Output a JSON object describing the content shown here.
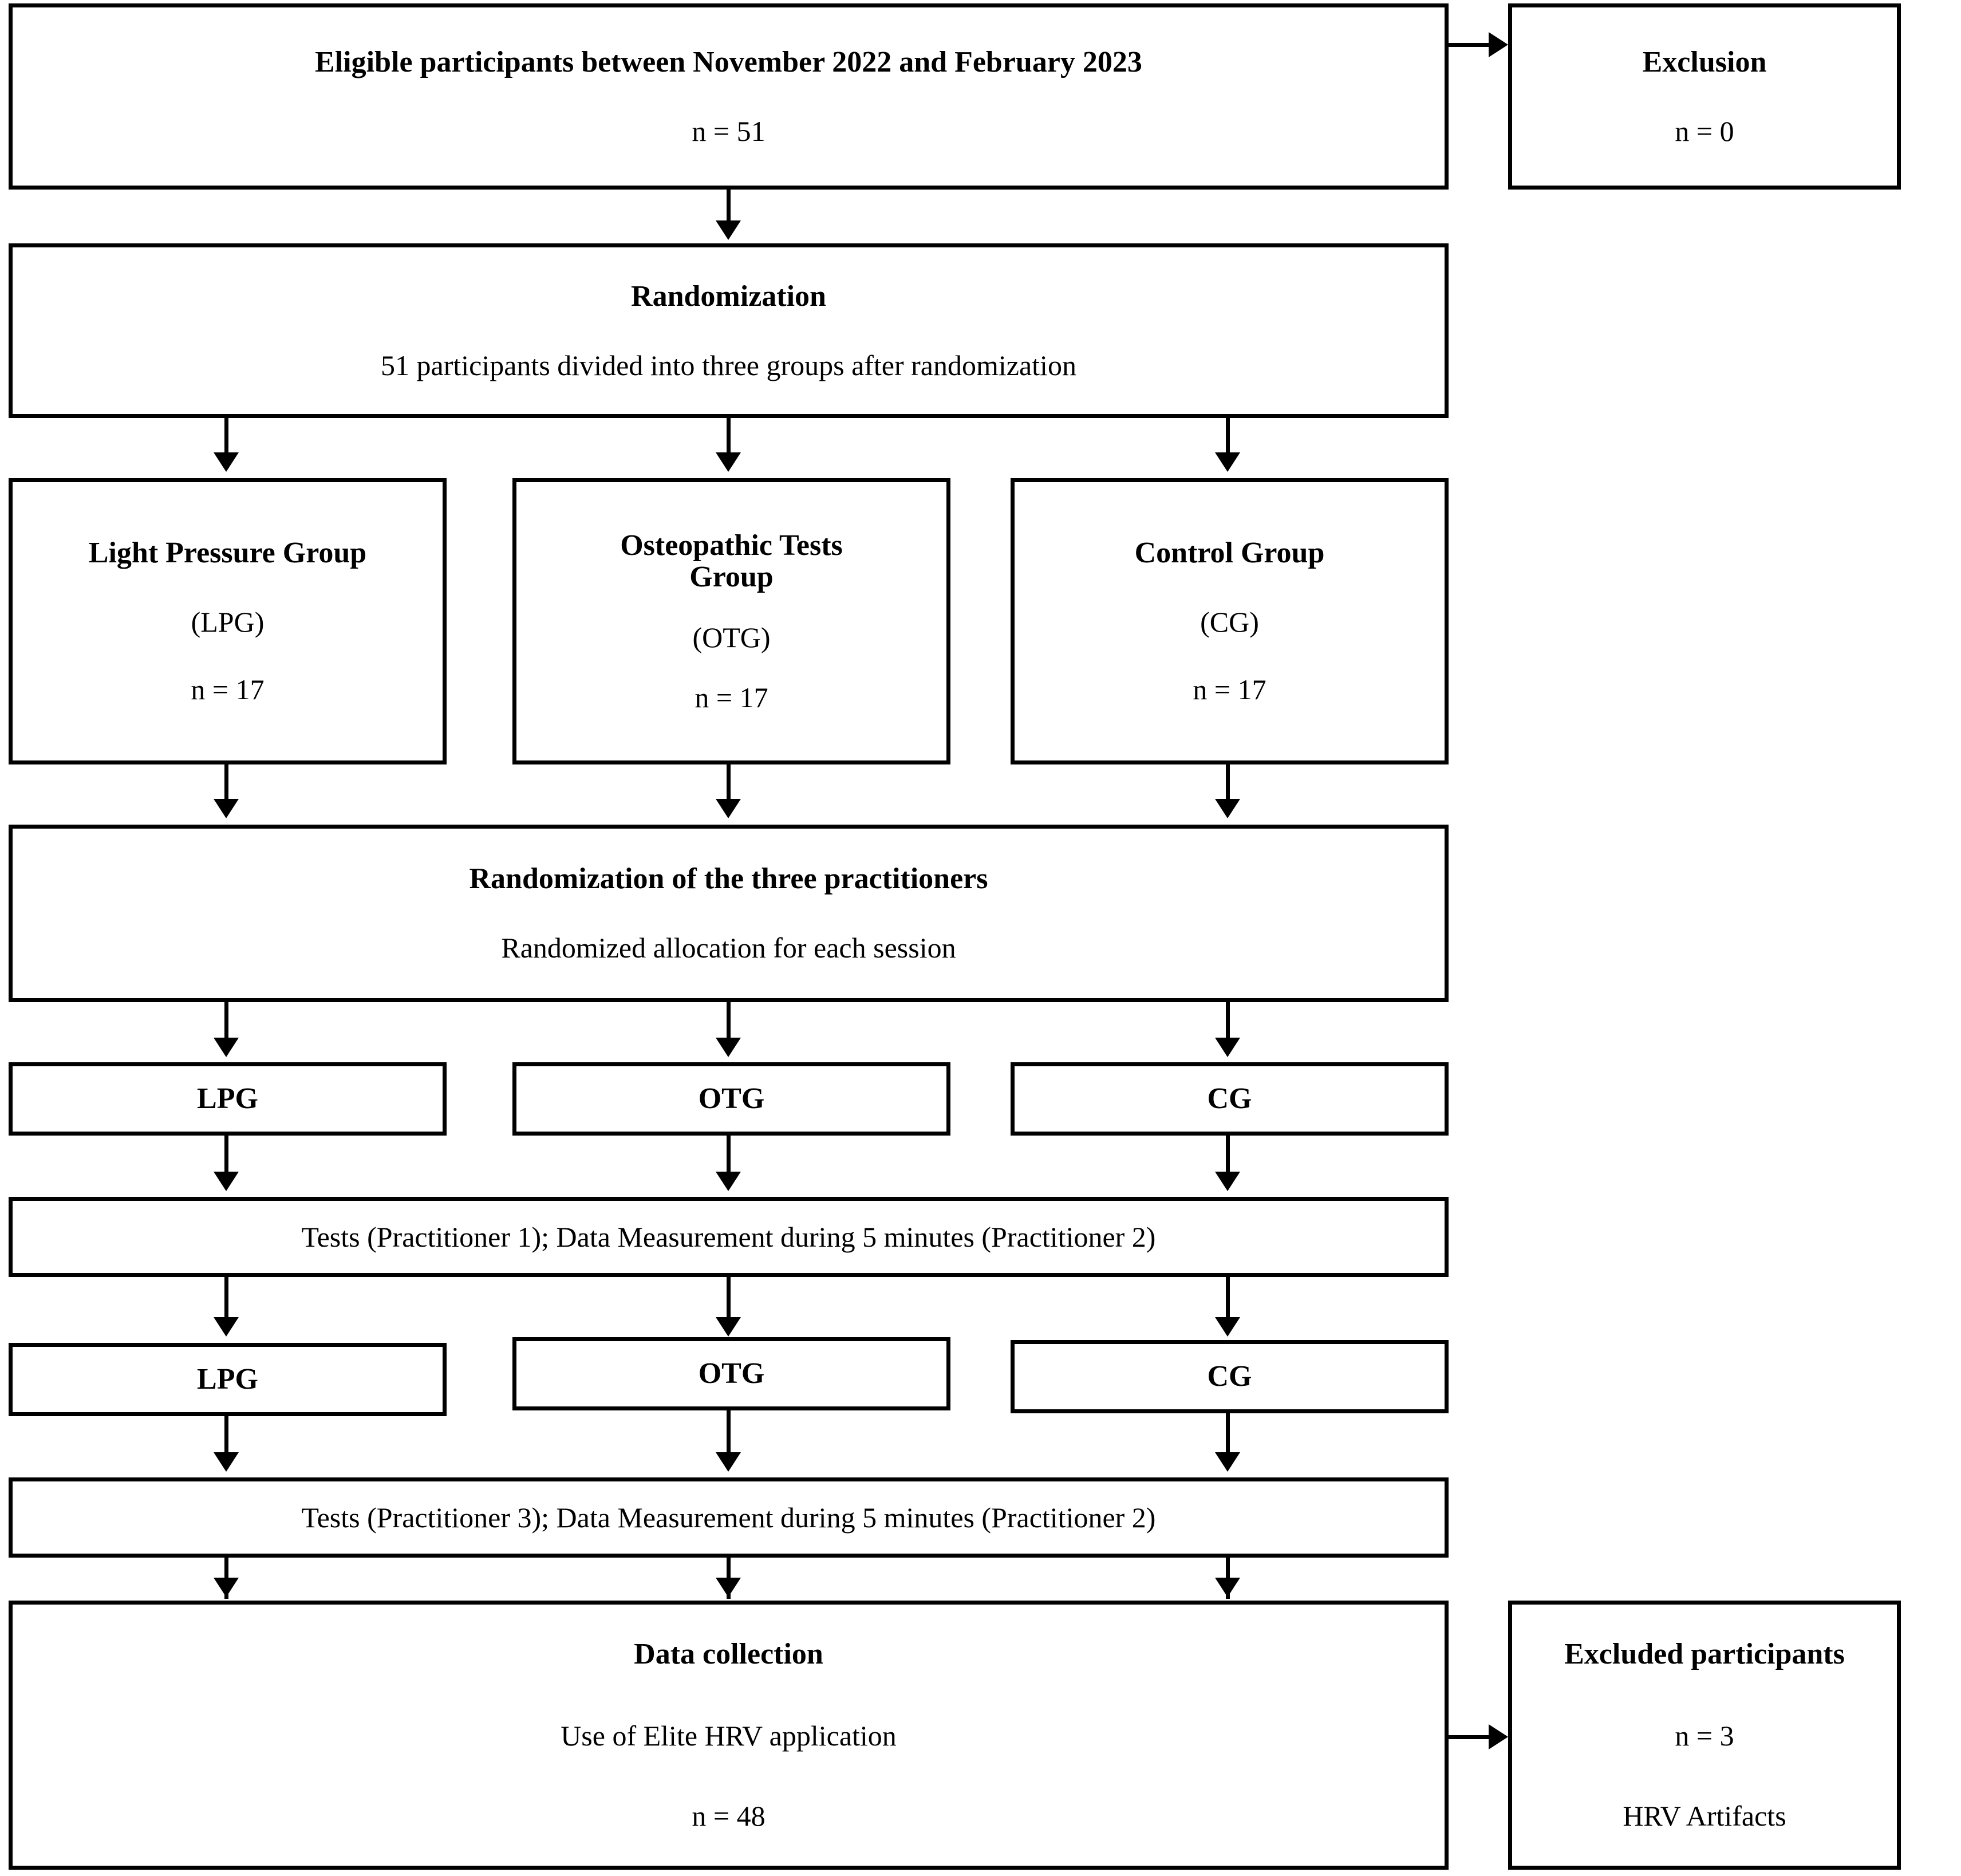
{
  "diagram": {
    "title": "CONSORT-style participant flow diagram",
    "colors": {
      "stroke": "#000000",
      "background": "#ffffff",
      "text": "#000000"
    },
    "nodes": {
      "eligible": {
        "heading": "Eligible participants between November 2022 and February 2023",
        "count": "n = 51"
      },
      "exclusion": {
        "heading": "Exclusion",
        "count": "n = 0"
      },
      "randomization": {
        "heading": "Randomization",
        "detail": "51 participants divided into three groups after randomization"
      },
      "lpg_group": {
        "heading": "Light Pressure Group",
        "abbrev": "(LPG)",
        "count": "n = 17"
      },
      "otg_group": {
        "heading_line1": "Osteopathic Tests",
        "heading_line2": "Group",
        "abbrev": "(OTG)",
        "count": "n = 17"
      },
      "cg_group": {
        "heading": "Control Group",
        "abbrev": "(CG)",
        "count": "n = 17"
      },
      "practitioner_randomization": {
        "heading": "Randomization of the three practitioners",
        "detail": "Randomized allocation for each session"
      },
      "session1": {
        "lpg": "LPG",
        "otg": "OTG",
        "cg": "CG",
        "tests": "Tests (Practitioner 1); Data Measurement during 5 minutes (Practitioner 2)"
      },
      "session2": {
        "lpg": "LPG",
        "otg": "OTG",
        "cg": "CG",
        "tests": "Tests (Practitioner 3); Data Measurement during 5 minutes (Practitioner 2)"
      },
      "data_collection": {
        "heading": "Data collection",
        "detail": "Use of Elite HRV application",
        "count": "n = 48"
      },
      "excluded_participants": {
        "heading": "Excluded participants",
        "count": "n = 3",
        "reason": "HRV Artifacts"
      }
    }
  }
}
